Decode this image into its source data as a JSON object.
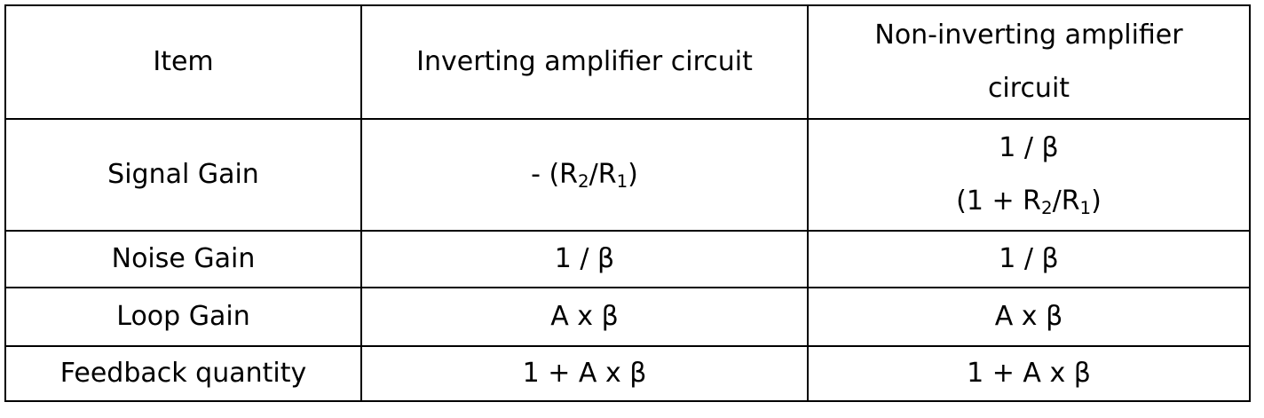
{
  "table": {
    "columns": [
      {
        "key": "item",
        "header": "Item"
      },
      {
        "key": "inverting",
        "header": "Inverting amplifier circuit"
      },
      {
        "key": "noninverting",
        "header_line1": "Non-inverting amplifier",
        "header_line2": "circuit"
      }
    ],
    "rows": [
      {
        "item": "Signal Gain",
        "inverting": {
          "prefix": "- (R",
          "sub1": "2",
          "mid": "/R",
          "sub2": "1",
          "suffix": ")"
        },
        "noninverting_line1": "1 / β",
        "noninverting_line2": {
          "prefix": "(1 + R",
          "sub1": "2",
          "mid": "/R",
          "sub2": "1",
          "suffix": ")"
        }
      },
      {
        "item": "Noise Gain",
        "inverting": "1 / β",
        "noninverting": "1 / β"
      },
      {
        "item": "Loop Gain",
        "inverting": "A x β",
        "noninverting": "A x β"
      },
      {
        "item": "Feedback quantity",
        "inverting": "1 + A x β",
        "noninverting": "1 + A x β"
      }
    ]
  },
  "style": {
    "border_color": "#000000",
    "text_color": "#000000",
    "background": "#ffffff"
  }
}
